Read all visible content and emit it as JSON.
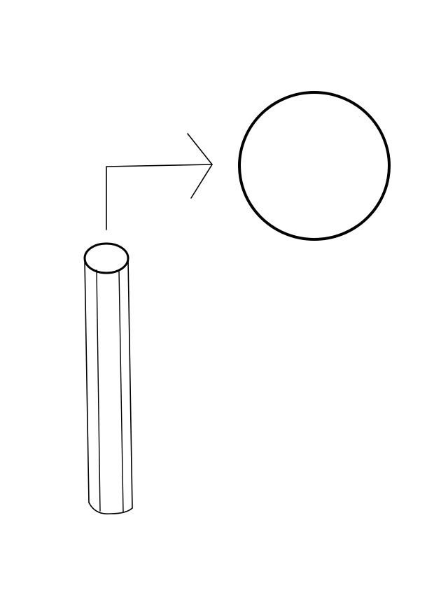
{
  "diagram": {
    "elements": [
      {
        "name": "cylinder-rod",
        "shape": "cylinder",
        "orientation": "vertical"
      },
      {
        "name": "bent-arrow",
        "shape": "arrow",
        "direction": "up-then-right"
      },
      {
        "name": "circle",
        "shape": "circle"
      }
    ],
    "stroke_color": "#000000",
    "background_color": "#ffffff"
  }
}
